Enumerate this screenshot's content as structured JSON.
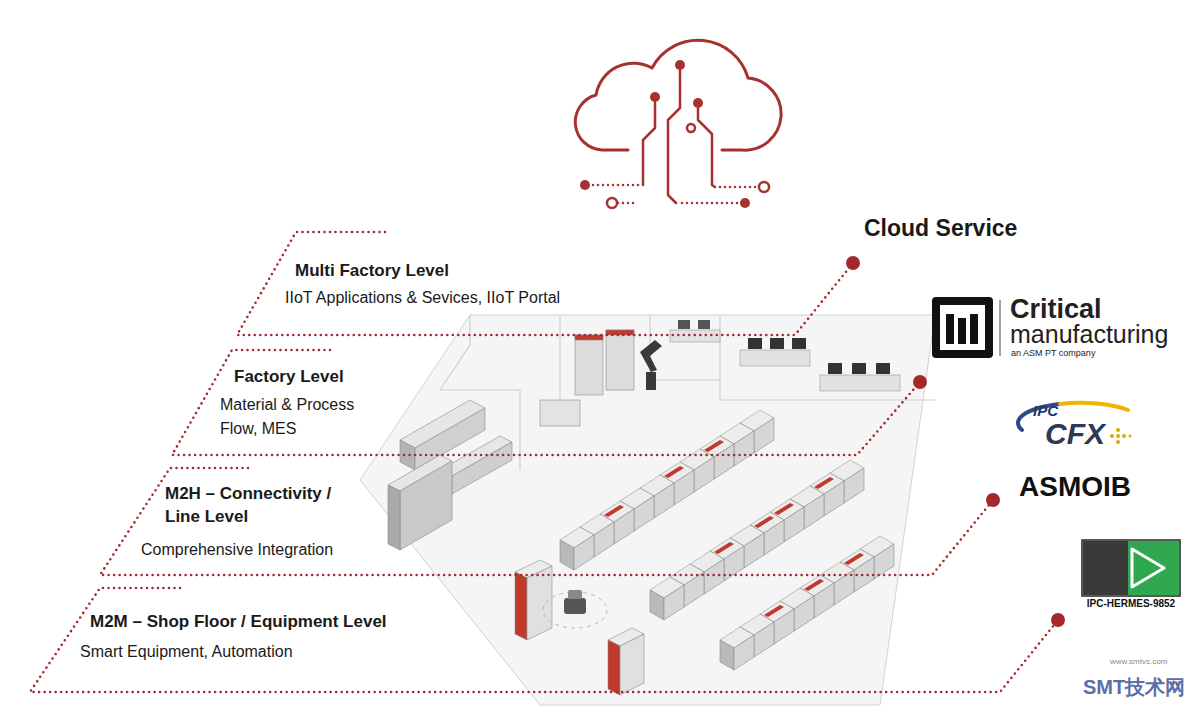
{
  "diagram": {
    "nodes": [
      {
        "text": [
          "Multi Factory Level",
          "IIoT Applications & Sevices, IIoT Portal"
        ]
      },
      {
        "text": [
          "Factory Level",
          "Material & Process Flow, MES"
        ]
      },
      {
        "text": [
          "M2H – Connectivity / Line Level",
          "Comprehensive Integration"
        ]
      },
      {
        "text": [
          "M2M – Shop Floor / Equipment Level",
          "Smart Equipment, Automation"
        ]
      }
    ],
    "labels": [
      "Cloud Service",
      "Critical",
      "manufacturing",
      "an ASM PT company",
      "IPC",
      "CFX",
      "ASMOIB",
      "IPC-HERMES-9852",
      "www.smtvs.com",
      "SMT技术网"
    ]
  }
}
